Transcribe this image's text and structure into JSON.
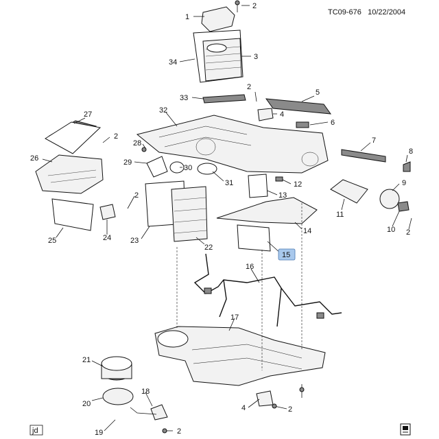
{
  "header": {
    "code": "TC09-676",
    "date": "10/22/2004"
  },
  "footer": {
    "left_tag": "jd"
  },
  "callouts": [
    {
      "key": "c1",
      "text": "1"
    },
    {
      "key": "c2a",
      "text": "2"
    },
    {
      "key": "c3",
      "text": "3"
    },
    {
      "key": "c34",
      "text": "34"
    },
    {
      "key": "c5",
      "text": "5"
    },
    {
      "key": "c2b",
      "text": "2"
    },
    {
      "key": "c33",
      "text": "33"
    },
    {
      "key": "c4a",
      "text": "4"
    },
    {
      "key": "c6",
      "text": "6"
    },
    {
      "key": "c32",
      "text": "32"
    },
    {
      "key": "c27",
      "text": "27"
    },
    {
      "key": "c2c",
      "text": "2"
    },
    {
      "key": "c7",
      "text": "7"
    },
    {
      "key": "c8",
      "text": "8"
    },
    {
      "key": "c28",
      "text": "28"
    },
    {
      "key": "c26",
      "text": "26"
    },
    {
      "key": "c29",
      "text": "29"
    },
    {
      "key": "c30",
      "text": "30"
    },
    {
      "key": "c9",
      "text": "9"
    },
    {
      "key": "c31",
      "text": "31"
    },
    {
      "key": "c12",
      "text": "12"
    },
    {
      "key": "c2d",
      "text": "2"
    },
    {
      "key": "c13",
      "text": "13"
    },
    {
      "key": "c11",
      "text": "11"
    },
    {
      "key": "c10",
      "text": "10"
    },
    {
      "key": "c2e",
      "text": "2"
    },
    {
      "key": "c14",
      "text": "14"
    },
    {
      "key": "c25",
      "text": "25"
    },
    {
      "key": "c24",
      "text": "24"
    },
    {
      "key": "c23",
      "text": "23"
    },
    {
      "key": "c22",
      "text": "22"
    },
    {
      "key": "c15",
      "text": "15"
    },
    {
      "key": "c16",
      "text": "16"
    },
    {
      "key": "c17",
      "text": "17"
    },
    {
      "key": "c21",
      "text": "21"
    },
    {
      "key": "c20",
      "text": "20"
    },
    {
      "key": "c18",
      "text": "18"
    },
    {
      "key": "c19",
      "text": "19"
    },
    {
      "key": "c2f",
      "text": "2"
    },
    {
      "key": "c4b",
      "text": "4"
    },
    {
      "key": "c2g",
      "text": "2"
    }
  ],
  "highlight_color": "#a8c8ec"
}
